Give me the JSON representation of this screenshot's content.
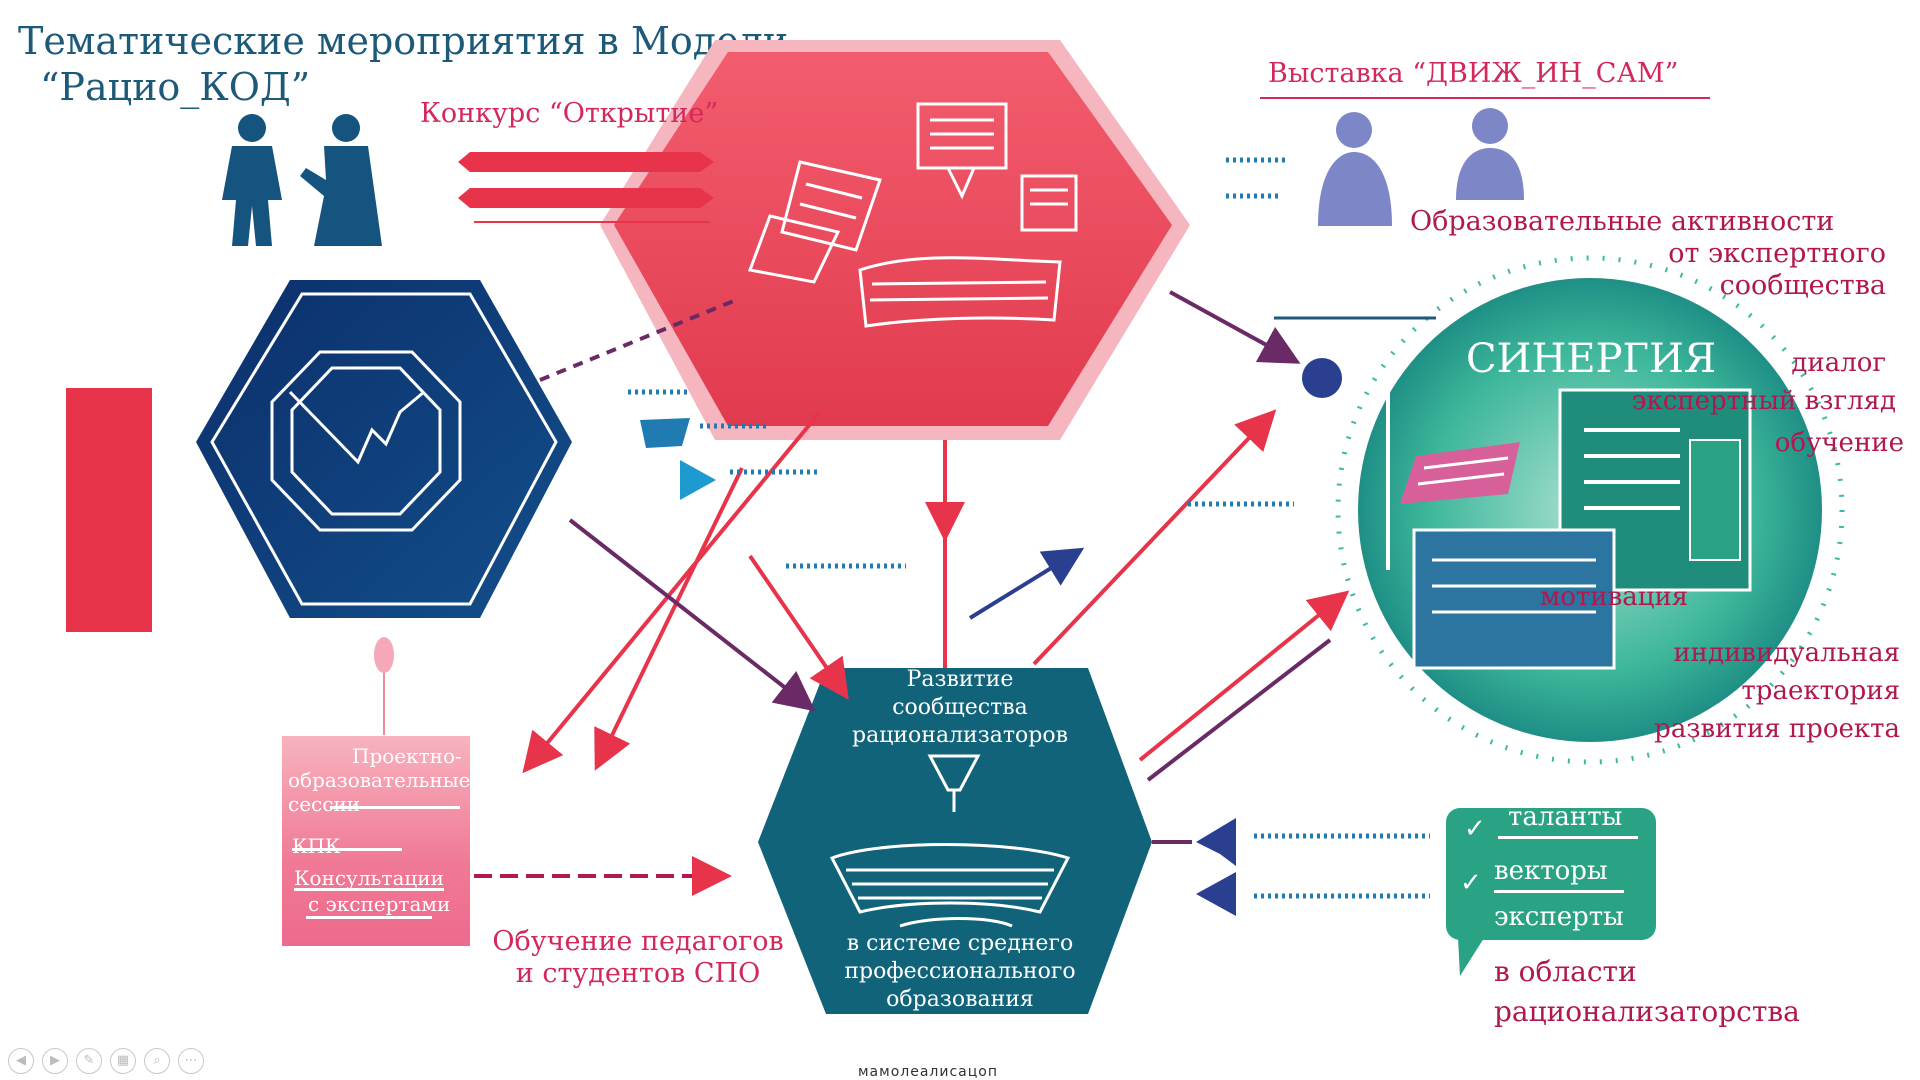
{
  "title": {
    "line1": "Тематические мероприятия в Модели",
    "line2": "“Рацио_КОД”"
  },
  "contest_label": "Конкурс “Открытие”",
  "exhibition_label": "Выставка “ДВИЖ_ИН_САМ”",
  "expert_activities": [
    "Образовательные активности",
    "от экспертного",
    "сообщества"
  ],
  "synergy": {
    "title": "СИНЕРГИЯ",
    "words": [
      "диалог",
      "экспертный взгляд",
      "обучение",
      "мотивация",
      "индивидуальная",
      "траектория",
      "развития проекта"
    ]
  },
  "center_hex": {
    "top_lines": [
      "Развитие",
      "сообщества",
      "рационализаторов"
    ],
    "bottom_lines": [
      "в системе среднего",
      "профессионального",
      "образования"
    ]
  },
  "pink_card": {
    "items": [
      "Проектно-",
      "образовательные",
      "сессии",
      "КПК",
      "Консультации",
      "с экспертами"
    ]
  },
  "training_label": [
    "Обучение педагогов",
    "и студентов СПО"
  ],
  "green_card": {
    "items": [
      "таланты",
      "векторы",
      "эксперты"
    ],
    "footer": [
      "в области",
      "рационализаторства"
    ]
  },
  "footer_text": "мамолеалисацоп",
  "nav_icons": [
    "prev-icon",
    "next-icon",
    "pen-icon",
    "slides-icon",
    "zoom-icon",
    "more-icon"
  ],
  "nav_glyphs": [
    "◀",
    "▶",
    "✎",
    "▦",
    "⌕",
    "⋯"
  ],
  "colors": {
    "navy": "#0c4a7d",
    "teal": "#11637a",
    "red": "#e8344a",
    "magenta": "#b0184f",
    "green": "#2aa384"
  }
}
